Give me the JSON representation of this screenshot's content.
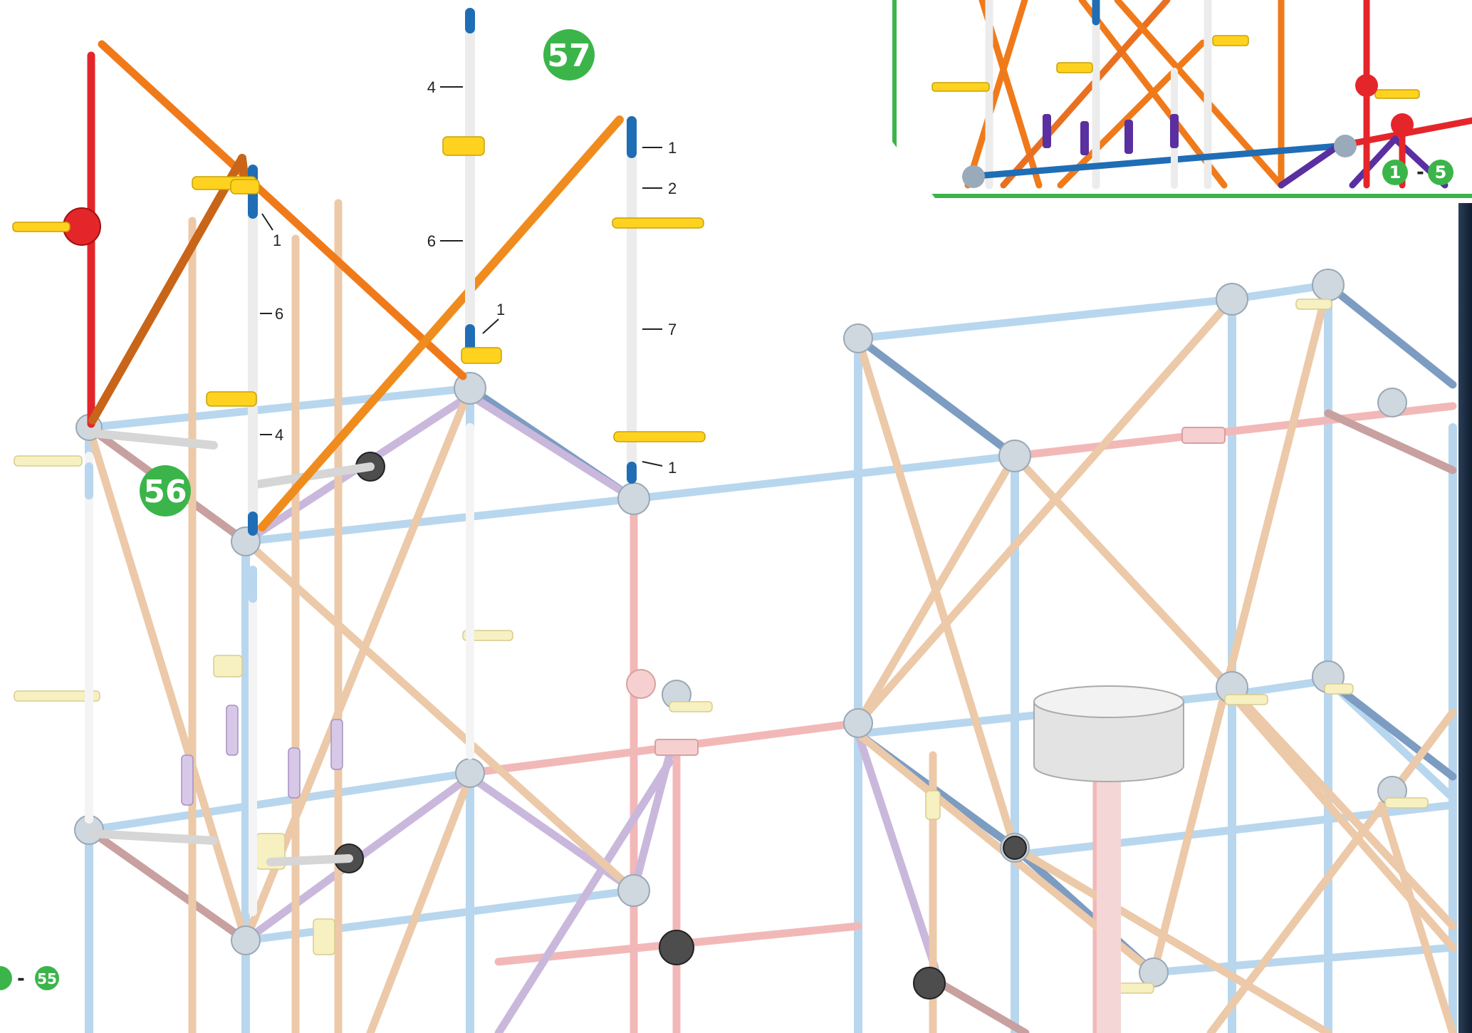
{
  "steps": {
    "step56": "56",
    "step57": "57"
  },
  "inset": {
    "range_start": "1",
    "range_dash": "-",
    "range_end_partial": "5"
  },
  "footer": {
    "range_dash": "-",
    "range_end": "55"
  },
  "callouts": {
    "a1": "4",
    "a2": "6",
    "b1": "1",
    "b2": "2",
    "b3": "7",
    "b4": "1",
    "c1": "1",
    "c2": "6",
    "c3": "4",
    "d1": "1"
  },
  "colors": {
    "step_badge": "#3bb54a",
    "new_white_rod": "#f2f2f2",
    "blue_rod": "#1f6db5",
    "yellow_connector": "#ffd21f",
    "orange_rod": "#f07a1a",
    "red_rod": "#e4262a",
    "ghost_light_blue": "#b8d7ee",
    "ghost_tan": "#ecc9a8",
    "ghost_pink": "#f2b8b8",
    "ghost_lavender": "#c9b8dc",
    "ghost_steel_blue": "#7c9cc2"
  }
}
